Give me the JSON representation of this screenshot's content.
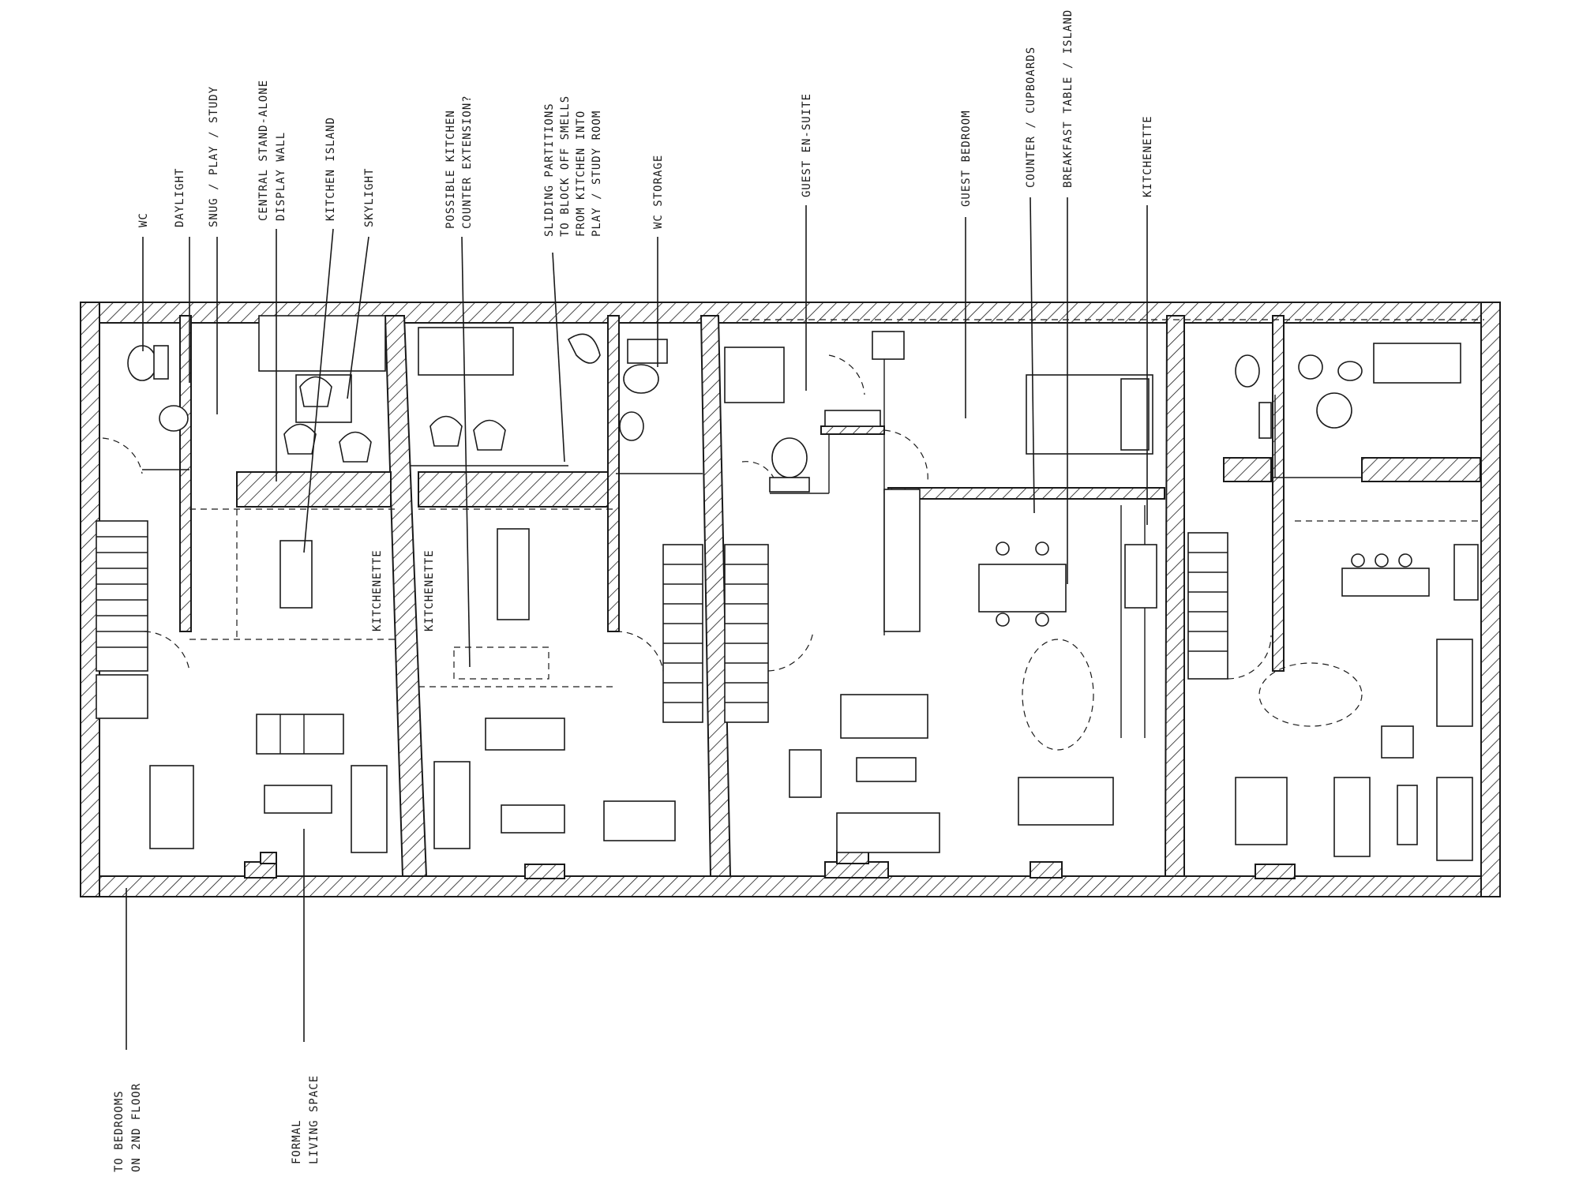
{
  "colors": {
    "ink": "#1a1a1a",
    "paper": "#ffffff"
  },
  "labels": {
    "wc": "WC",
    "daylight": "DAYLIGHT",
    "snug": "SNUG / PLAY / STUDY",
    "display_wall_1": "CENTRAL STAND-ALONE",
    "display_wall_2": "DISPLAY WALL",
    "kitchen_island": "KITCHEN ISLAND",
    "skylight": "SKYLIGHT",
    "kitchen_ext_1": "POSSIBLE KITCHEN",
    "kitchen_ext_2": "COUNTER EXTENSION?",
    "sliding_1": "SLIDING PARTITIONS",
    "sliding_2": "TO BLOCK OFF SMELLS",
    "sliding_3": "FROM KITCHEN INTO",
    "sliding_4": "PLAY / STUDY ROOM",
    "wc_storage": "WC STORAGE",
    "guest_ensuite": "GUEST EN-SUITE",
    "guest_bedroom": "GUEST BEDROOM",
    "counter_cupboards": "COUNTER / CUPBOARDS",
    "breakfast_table": "BREAKFAST TABLE / ISLAND",
    "kitchenette_top": "KITCHENETTE",
    "kitchenette_plan_1": "KITCHENETTE",
    "kitchenette_plan_2": "KITCHENETTE",
    "bedrooms_1": "TO BEDROOMS",
    "bedrooms_2": "ON 2ND FLOOR",
    "formal_1": "FORMAL",
    "formal_2": "LIVING SPACE"
  }
}
